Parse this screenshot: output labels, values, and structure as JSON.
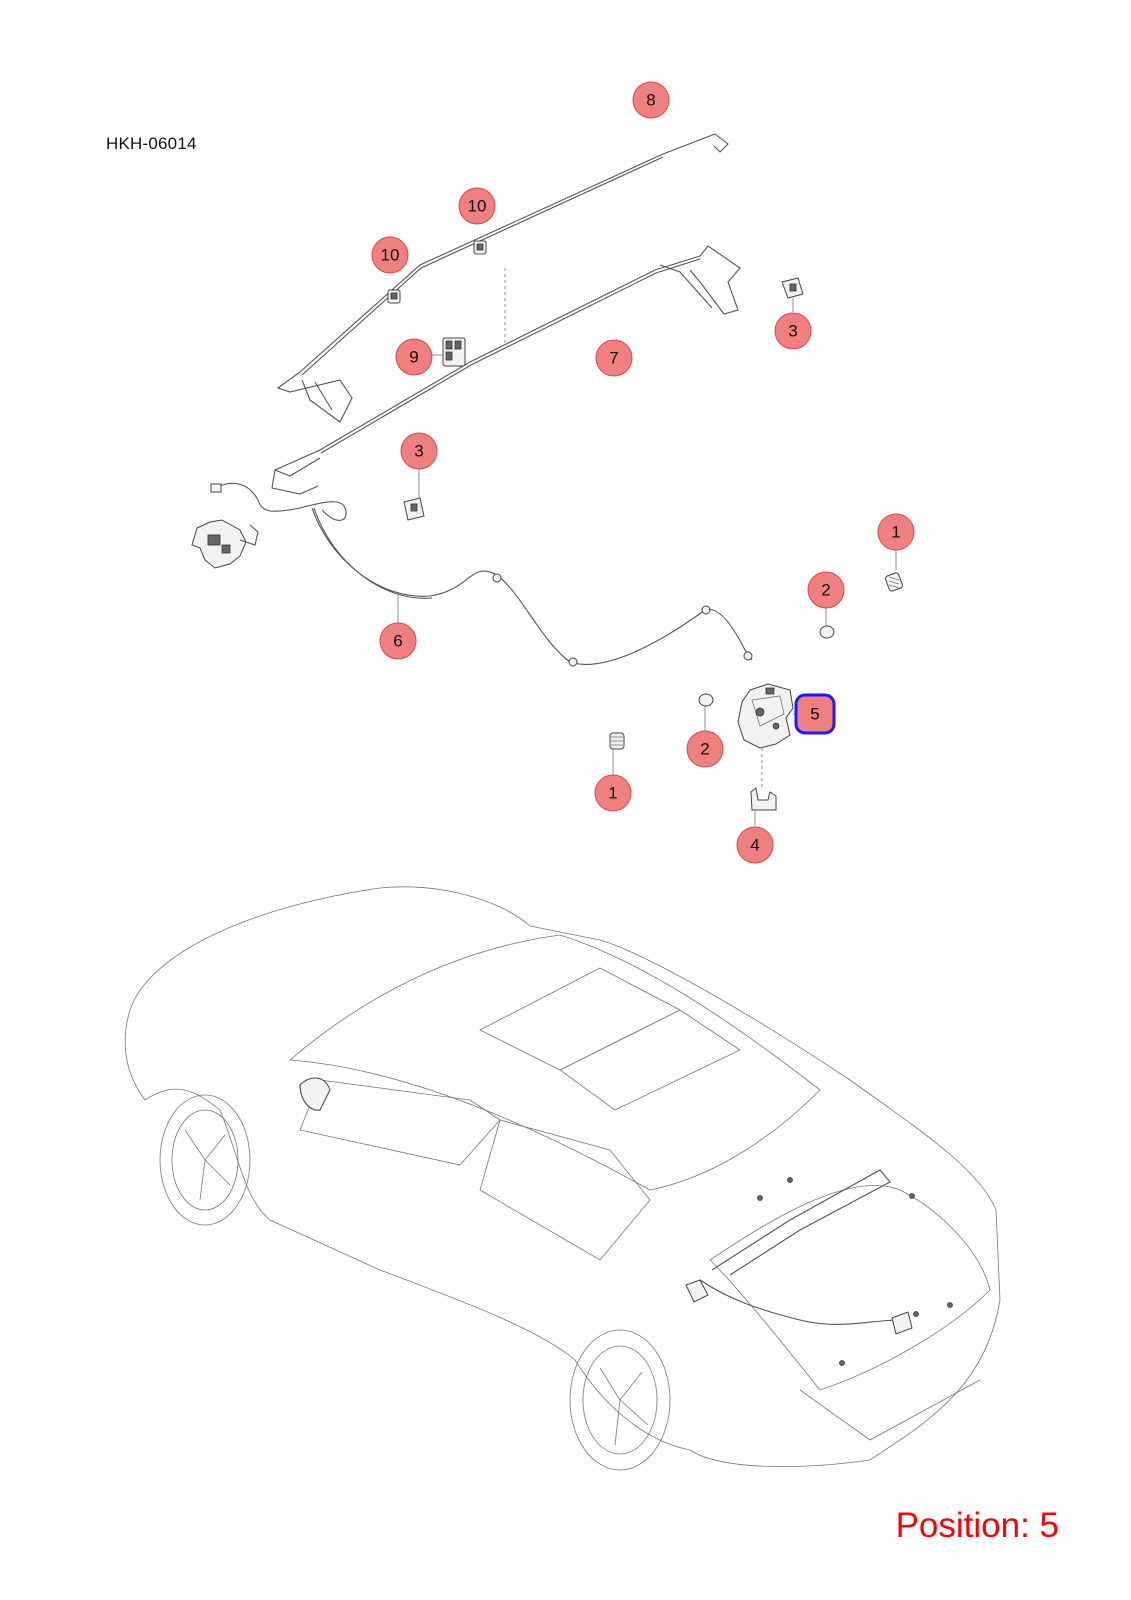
{
  "document_code": "HKH-06014",
  "position_label": "Position: 5",
  "selected_position": "5",
  "colors": {
    "callout_fill": "#f08080",
    "callout_stroke": "#d94a4a",
    "selected_outline": "#1a1aff",
    "position_text": "#ff0000"
  },
  "callouts": [
    {
      "label": "8"
    },
    {
      "label": "10"
    },
    {
      "label": "10"
    },
    {
      "label": "3"
    },
    {
      "label": "9"
    },
    {
      "label": "7"
    },
    {
      "label": "3"
    },
    {
      "label": "1"
    },
    {
      "label": "2"
    },
    {
      "label": "6"
    },
    {
      "label": "5"
    },
    {
      "label": "2"
    },
    {
      "label": "1"
    },
    {
      "label": "4"
    }
  ]
}
